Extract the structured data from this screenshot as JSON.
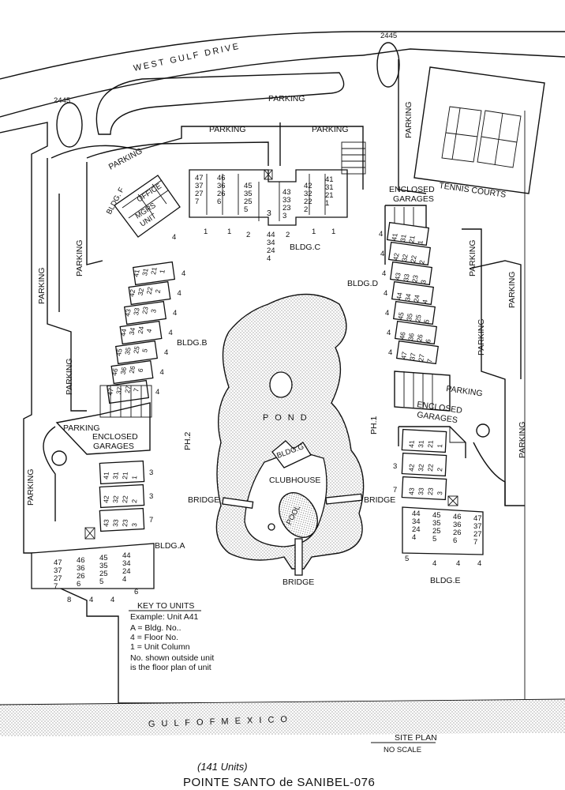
{
  "roads": {
    "west_gulf_drive": "WEST GULF DRIVE",
    "address_left": "2445",
    "address_right": "2445"
  },
  "parking": {
    "label": "PARKING"
  },
  "buildings": {
    "bldg_f": "BLDG. F",
    "office": "OFFICE",
    "mgrs": "MGRS",
    "unit": "UNIT",
    "f_floor": "4",
    "bldg_a": "BLDG.A",
    "bldg_b": "BLDG.B",
    "bldg_c": "BLDG.C",
    "bldg_d": "BLDG.D",
    "bldg_e": "BLDG.E",
    "bldg_g": "BLDG.G",
    "clubhouse": "CLUBHOUSE",
    "pool": "POOL",
    "pond": "P O N D",
    "tennis": "TENNIS COURTS",
    "enclosed": "ENCLOSED",
    "garages": "GARAGES",
    "ph1": "PH.1",
    "ph2": "PH.2",
    "bridge": "BRIDGE"
  },
  "units": {
    "c_left": [
      [
        "47",
        "37",
        "27",
        "7"
      ],
      [
        "46",
        "36",
        "26",
        "6"
      ],
      [
        "45",
        "35",
        "25",
        "5"
      ]
    ],
    "c_center": "3",
    "c_center_col": [
      "44",
      "34",
      "24",
      "4"
    ],
    "c_right": [
      [
        "43",
        "33",
        "23",
        "3"
      ],
      [
        "42",
        "32",
        "22",
        "2"
      ],
      [
        "41",
        "31",
        "21",
        "1"
      ]
    ],
    "c_floor": [
      "1",
      "1",
      "2",
      "2",
      "1",
      "1"
    ],
    "b_rows": [
      [
        "41",
        "31",
        "21",
        "1"
      ],
      [
        "42",
        "32",
        "22",
        "2"
      ],
      [
        "43",
        "33",
        "23",
        "3"
      ],
      [
        "44",
        "34",
        "24",
        "4"
      ],
      [
        "45",
        "35",
        "25",
        "5"
      ],
      [
        "46",
        "36",
        "26",
        "6"
      ],
      [
        "47",
        "37",
        "27",
        "7"
      ]
    ],
    "d_rows": [
      [
        "41",
        "31",
        "21",
        "1"
      ],
      [
        "42",
        "32",
        "22",
        "2"
      ],
      [
        "43",
        "33",
        "23",
        "3"
      ],
      [
        "44",
        "34",
        "24",
        "4"
      ],
      [
        "45",
        "35",
        "25",
        "5"
      ],
      [
        "46",
        "36",
        "26",
        "6"
      ],
      [
        "47",
        "37",
        "27",
        "7"
      ]
    ],
    "a_rows": [
      [
        "41",
        "31",
        "21",
        "1"
      ],
      [
        "42",
        "32",
        "22",
        "2"
      ],
      [
        "43",
        "33",
        "23",
        "3"
      ]
    ],
    "a_cols": [
      [
        "47",
        "37",
        "27",
        "7"
      ],
      [
        "46",
        "36",
        "26",
        "6"
      ],
      [
        "45",
        "35",
        "25",
        "5"
      ],
      [
        "44",
        "34",
        "24",
        "4"
      ]
    ],
    "a_floor_bottom": [
      "8",
      "4",
      "4",
      "6"
    ],
    "e_rows": [
      [
        "41",
        "31",
        "21",
        "1"
      ],
      [
        "42",
        "32",
        "22",
        "2"
      ],
      [
        "43",
        "33",
        "23",
        "3"
      ]
    ],
    "e_cols": [
      [
        "44",
        "34",
        "24",
        "4"
      ],
      [
        "45",
        "35",
        "25",
        "5"
      ],
      [
        "46",
        "36",
        "26",
        "6"
      ],
      [
        "47",
        "37",
        "27",
        "7"
      ]
    ],
    "e_floor_bottom": [
      "5",
      "4",
      "4",
      "4"
    ],
    "side_floor": "4",
    "a_side": [
      "3",
      "3",
      "7"
    ],
    "e_side": [
      "3",
      "7"
    ]
  },
  "key": {
    "title": "KEY TO UNITS",
    "example": "Example: Unit A41",
    "line1": "A = Bldg. No..",
    "line2": "4 = Floor No.",
    "line3": "1 = Unit Column",
    "note1": "No. shown outside unit",
    "note2": "is the floor plan of unit"
  },
  "water": {
    "gulf": "G U L F  O F  M E X I C O"
  },
  "plan": {
    "title": "SITE PLAN",
    "scale": "NO SCALE"
  },
  "footer": {
    "units": "(141 Units)",
    "name": "POINTE SANTO de SANIBEL-076"
  }
}
